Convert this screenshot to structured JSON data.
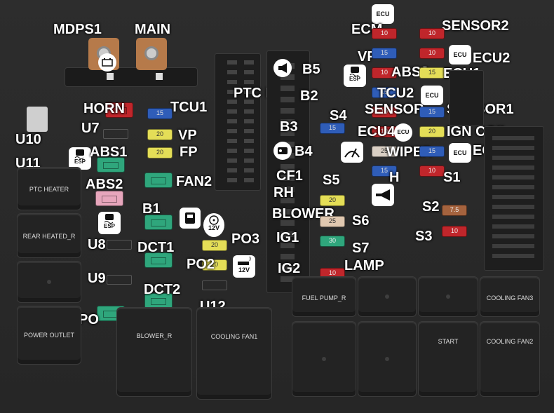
{
  "diagram": {
    "colors": {
      "red": "#c0262b",
      "blue": "#2f5db8",
      "yellow": "#e4de57",
      "green": "#2fa67c",
      "pink": "#e7a6bc",
      "tan": "#e0c8b0",
      "brown": "#a5633e",
      "beige": "#d9cfc4",
      "copper": "#b67a4a",
      "relay_body": "#232323"
    },
    "labels": {
      "mdps1": "MDPS1",
      "main": "MAIN",
      "horn": "HORN",
      "tcu1": "TCU1",
      "u7": "U7",
      "u10": "U10",
      "u11": "U11",
      "abs1": "ABS1",
      "vp_left": "VP",
      "fp": "FP",
      "abs2": "ABS2",
      "fan2": "FAN2",
      "b1": "B1",
      "u8": "U8",
      "dct1": "DCT1",
      "po3": "PO3",
      "po2": "PO2",
      "u9": "U9",
      "dct2": "DCT2",
      "u12": "U12",
      "po": "PO",
      "ptc_h": "PTC H",
      "b5": "B5",
      "b2": "B2",
      "b3": "B3",
      "b4": "B4",
      "cf1": "CF1",
      "rh": "RH",
      "blower": "BLOWER",
      "ig1": "IG1",
      "ig2": "IG2",
      "s4": "S4",
      "s5": "S5",
      "s6": "S6",
      "s7": "S7",
      "lamp": "LAMP",
      "ecm": "ECM",
      "vp_right": "VP",
      "abs3": "ABS3",
      "tcu2": "TCU2",
      "sensor": "SENSOR",
      "ecu4": "ECU4",
      "wiper": "WIPER",
      "h": "H",
      "sensor2": "SENSOR2",
      "ecu2": "ECU2",
      "ecu1": "ECU1",
      "sensor1": "SENSOR1",
      "ign_coil": "IGN COIL",
      "ecu3": "ECU3",
      "s1": "S1",
      "s2": "S2",
      "s3": "S3"
    },
    "relays": {
      "ptc_heater": "PTC HEATER",
      "rear_heated": "REAR HEATED_R",
      "power_outlet": "POWER OUTLET",
      "blower_r": "BLOWER_R",
      "cooling_fan1": "COOLING FAN1",
      "fuel_pump": "FUEL PUMP_R",
      "cooling_fan3": "COOLING FAN3",
      "start": "START",
      "cooling_fan2": "COOLING FAN2"
    },
    "fuses": {
      "tcu1": "15",
      "vp": "20",
      "fp": "20",
      "s4": "15",
      "s5": "20",
      "s6": "25",
      "s7": "30",
      "lamp": "10",
      "po3": "20",
      "po2": "20",
      "ecm": "10",
      "vp_r": "15",
      "abs3": "10",
      "tcu2": "15",
      "sensor": "10",
      "ecu4": "10",
      "wiper": "25",
      "h": "15",
      "sensor2": "10",
      "ecu2": "10",
      "ecu1": "15",
      "sensor1": "15",
      "ign_coil": "20",
      "ecu3": "15",
      "s1": "10",
      "s2": "7.5",
      "s3": "10"
    },
    "icon_text": {
      "ecu": "ECU",
      "esp": "ESP",
      "v12": "12V"
    },
    "icons": [
      "battery-icon",
      "horn-icon",
      "radio-icon",
      "wiper-icon",
      "trumpet-horn-icon",
      "esp-icon",
      "door-icon",
      "power-socket-icon",
      "cigar-lighter-icon",
      "ecu-chip-icon"
    ]
  }
}
